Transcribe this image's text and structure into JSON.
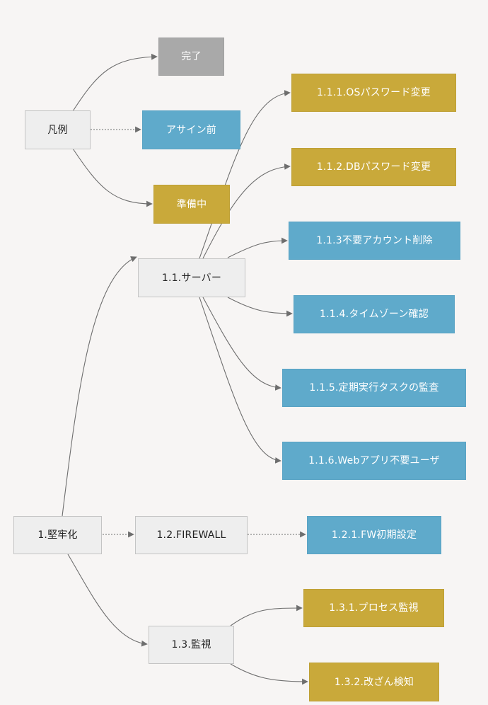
{
  "legend": {
    "root": "凡例",
    "done": "完了",
    "unassigned": "アサイン前",
    "in_progress": "準備中"
  },
  "tree": {
    "root": "1.堅牢化",
    "server": {
      "label": "1.1.サーバー",
      "children": [
        "1.1.1.OSパスワード変更",
        "1.1.2.DBパスワード変更",
        "1.1.3不要アカウント削除",
        "1.1.4.タイムゾーン確認",
        "1.1.5.定期実行タスクの監査",
        "1.1.6.Webアプリ不要ユーザ"
      ]
    },
    "firewall": {
      "label": "1.2.FIREWALL",
      "children": [
        "1.2.1.FW初期設定"
      ]
    },
    "monitoring": {
      "label": "1.3.監視",
      "children": [
        "1.3.1.プロセス監視",
        "1.3.2.改ざん検知"
      ]
    }
  },
  "colors": {
    "done": "#a9a9a9",
    "unassigned": "#5faacb",
    "in_progress": "#c9a93a",
    "plain": "#eeeeee",
    "edge": "#6e6e6e",
    "background": "#f7f5f4"
  }
}
